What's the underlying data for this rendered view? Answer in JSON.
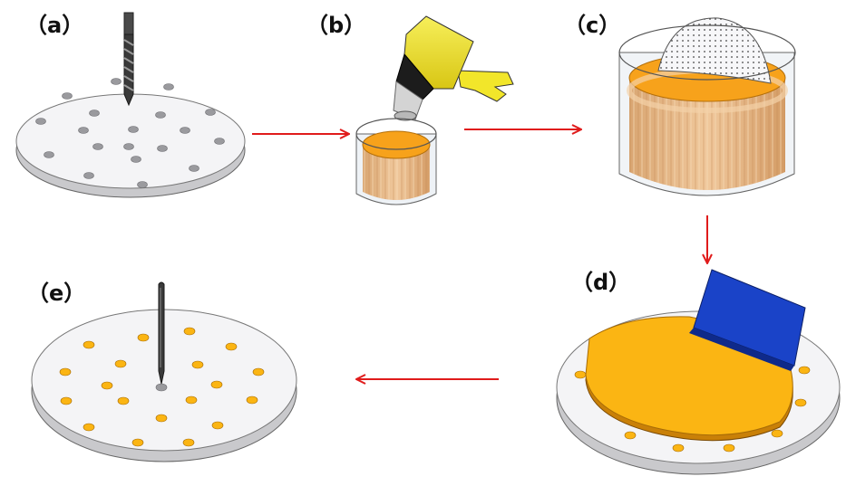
{
  "panels": [
    {
      "label": "（a）"
    },
    {
      "label": "（b）"
    },
    {
      "label": "（c）"
    },
    {
      "label": "（d）"
    },
    {
      "label": "（e）"
    }
  ],
  "colors": {
    "arrow": "#e01b1b",
    "plate_top": "#f4f4f6",
    "plate_edge": "#c9c9cc",
    "hole": "#9a9a9e",
    "resin": "#f7a21b",
    "resin_fill": "#fbb513",
    "gun_yellow": "#f2e62a",
    "gun_dark": "#1c1c1c",
    "wood": "#e5b68a",
    "blue_block": "#1a43c8",
    "drill": "#3a3a3a"
  },
  "icons": [
    "drill-bit-icon",
    "heat-gun-icon",
    "resin-cup-icon",
    "perforated-disc-icon",
    "scraper-block-icon",
    "needle-icon"
  ]
}
